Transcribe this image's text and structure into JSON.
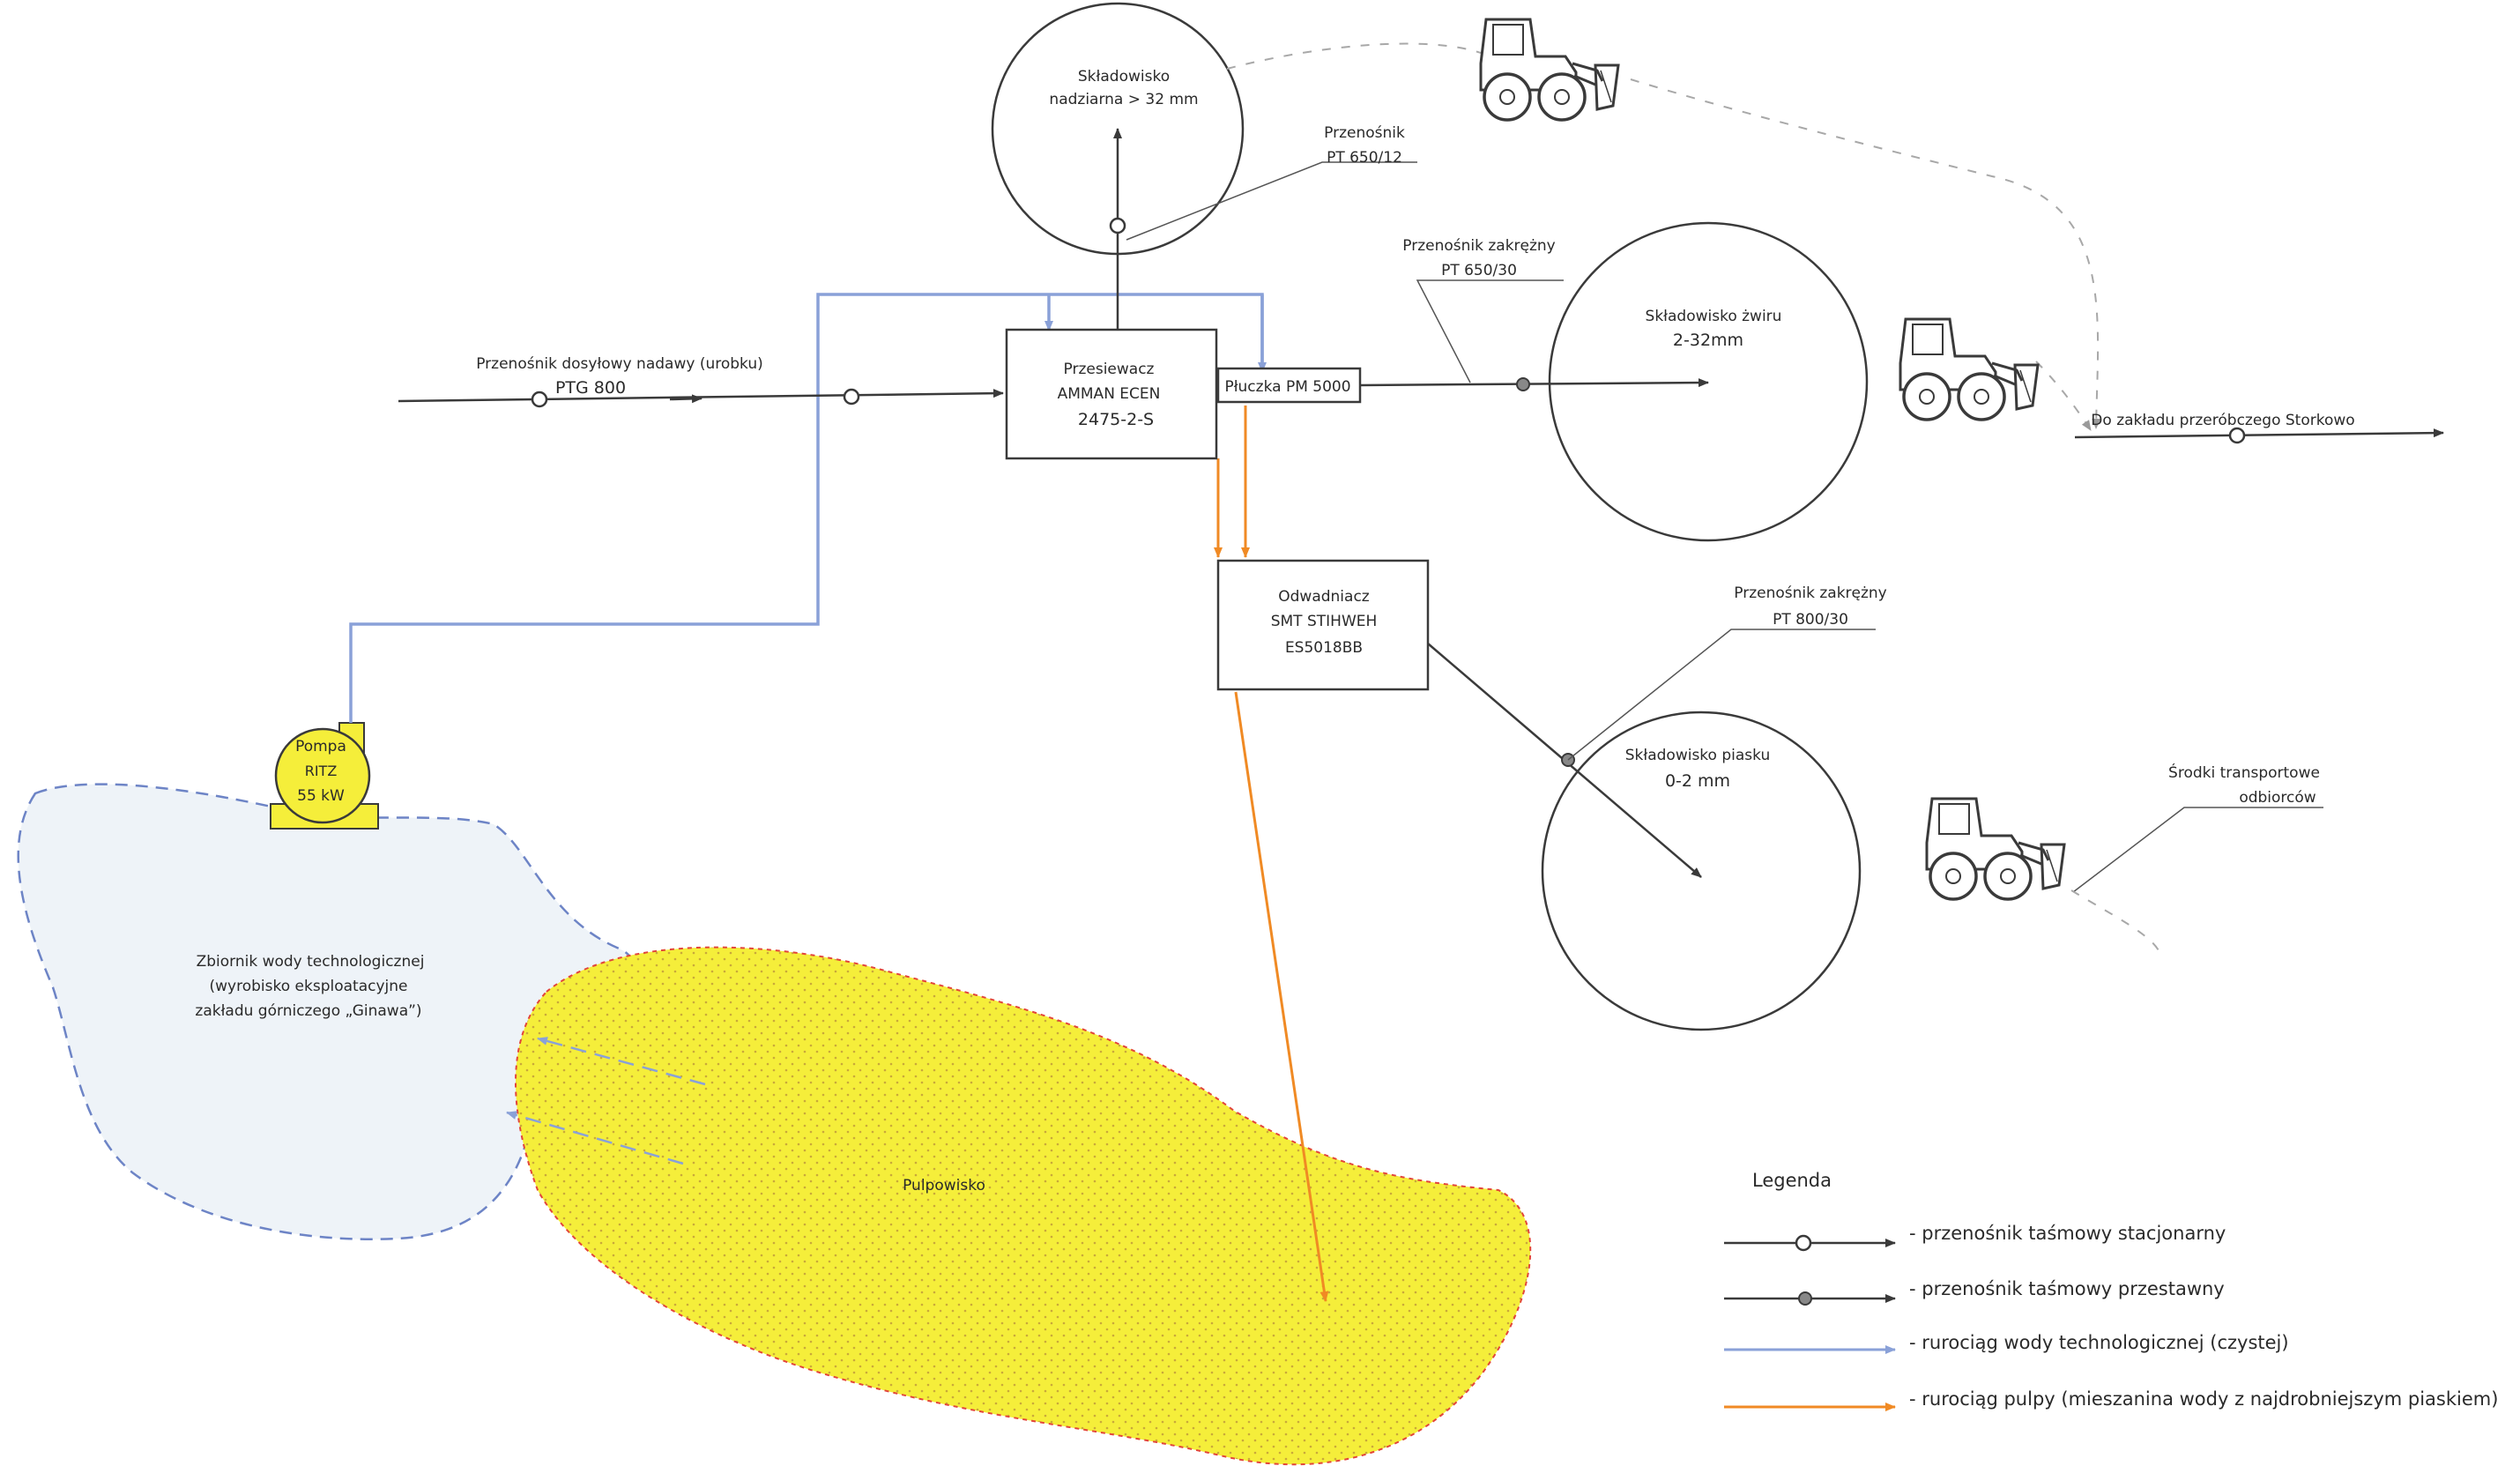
{
  "colors": {
    "line": "#3a3a3a",
    "water": "#8aa1d8",
    "slurry": "#f08a24",
    "pond_fill": "#f5ee3a",
    "reservoir_fill": "#eef3f8",
    "reservoir_edge": "#6d84c6",
    "pump_fill": "#f5ee3a"
  },
  "labels": {
    "skladowisko_nadziarna_1": "Składowisko",
    "skladowisko_nadziarna_2": "nadziarna > 32  mm",
    "przenosnik_pt650_12_1": "Przenośnik",
    "przenosnik_pt650_12_2": "PT 650/12",
    "przenosnik_dosylowy_1": "Przenośnik dosyłowy nadawy (urobku)",
    "przenosnik_dosylowy_2": "PTG 800",
    "przesiewacz_1": "Przesiewacz",
    "przesiewacz_2": "AMMAN ECEN",
    "przesiewacz_3": "2475-2-S",
    "pluczka": "Płuczka PM 5000",
    "przenosnik_zakrezny_30_1": "Przenośnik zakrężny",
    "przenosnik_zakrezny_30_2": "PT 650/30",
    "skladowisko_zwiru_1": "Składowisko żwiru",
    "skladowisko_zwiru_2": "2-32mm",
    "do_zakladu": "Do zakładu przeróbczego Storkowo",
    "odwadniacz_1": "Odwadniacz",
    "odwadniacz_2": "SMT STIHWEH",
    "odwadniacz_3": "ES5018BB",
    "przenosnik_zakrezny_800_1": "Przenośnik zakrężny",
    "przenosnik_zakrezny_800_2": "PT 800/30",
    "skladowisko_piasku_1": "Składowisko piasku",
    "skladowisko_piasku_2": "0-2 mm",
    "srodki_1": "Środki transportowe",
    "srodki_2": "odbiorców",
    "pompa_1": "Pompa",
    "pompa_2": "RITZ",
    "pompa_3": "55 kW",
    "zbiornik_1": "Zbiornik wody technologicznej",
    "zbiornik_2": "(wyrobisko eksploatacyjne",
    "zbiornik_3": "zakładu górniczego „Ginawa”)",
    "pulpowisko": "Pulpowisko"
  },
  "legend": {
    "title": "Legenda",
    "items": [
      {
        "marker": "open-circle",
        "color": "#3a3a3a",
        "text": "- przenośnik taśmowy stacjonarny"
      },
      {
        "marker": "filled-circle",
        "color": "#3a3a3a",
        "text": "- przenośnik taśmowy przestawny"
      },
      {
        "marker": "none",
        "color": "#8aa1d8",
        "text": "- rurociąg wody technologicznej (czystej)"
      },
      {
        "marker": "none",
        "color": "#f08a24",
        "text": "- rurociąg pulpy (mieszanina wody z najdrobniejszym piaskiem)"
      }
    ]
  },
  "icons": [
    "front-loader-icon",
    "front-loader-icon",
    "front-loader-icon"
  ]
}
